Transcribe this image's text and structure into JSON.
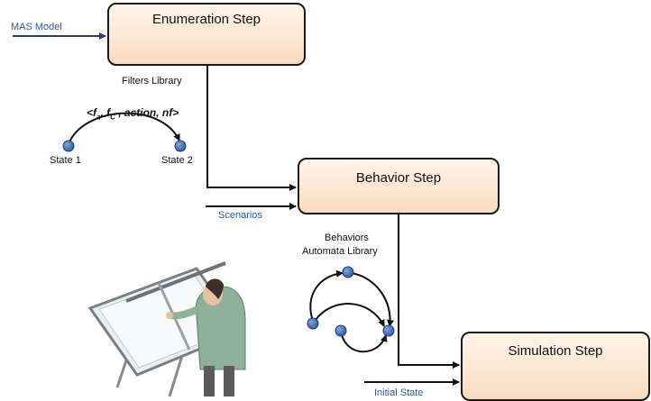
{
  "steps": {
    "enumeration": "Enumeration Step",
    "behavior": "Behavior Step",
    "simulation": "Simulation Step"
  },
  "inputs": {
    "mas_model": "MAS Model",
    "scenarios": "Scenarios",
    "initial_state": "Initial State"
  },
  "filters_library": "Filters Library",
  "filter_example": {
    "open": "<f",
    "sub_a": "a",
    "mid": ", f",
    "sub_c": "C",
    "rest": " , action, nf>",
    "state_from": "State 1",
    "state_to": "State 2"
  },
  "behaviors_library": {
    "line1": "Behaviors",
    "line2": "Automata Library"
  },
  "colors": {
    "box_fill_top": "#fff4ea",
    "box_fill_bottom": "#f9dcc0",
    "input_arrow": "#3a5f96",
    "node": "#3d6cb0"
  },
  "icons": [
    "person-drawing-at-drafting-table-icon"
  ]
}
